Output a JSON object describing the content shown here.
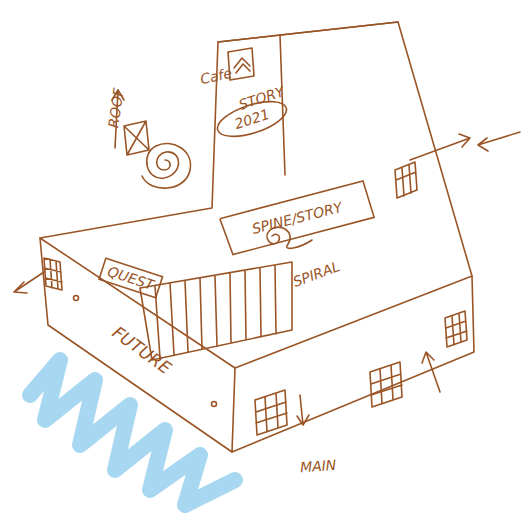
{
  "diagram": {
    "nodes": [
      {
        "text": [
          "2021"
        ]
      },
      {
        "text": [
          "SPINE/STORY"
        ]
      },
      {
        "text": [
          "QUEST"
        ]
      }
    ],
    "labels": [
      "ROOF",
      "Cafe",
      "STORY",
      "SPIRAL",
      "FUTURE",
      "MAIN"
    ]
  }
}
